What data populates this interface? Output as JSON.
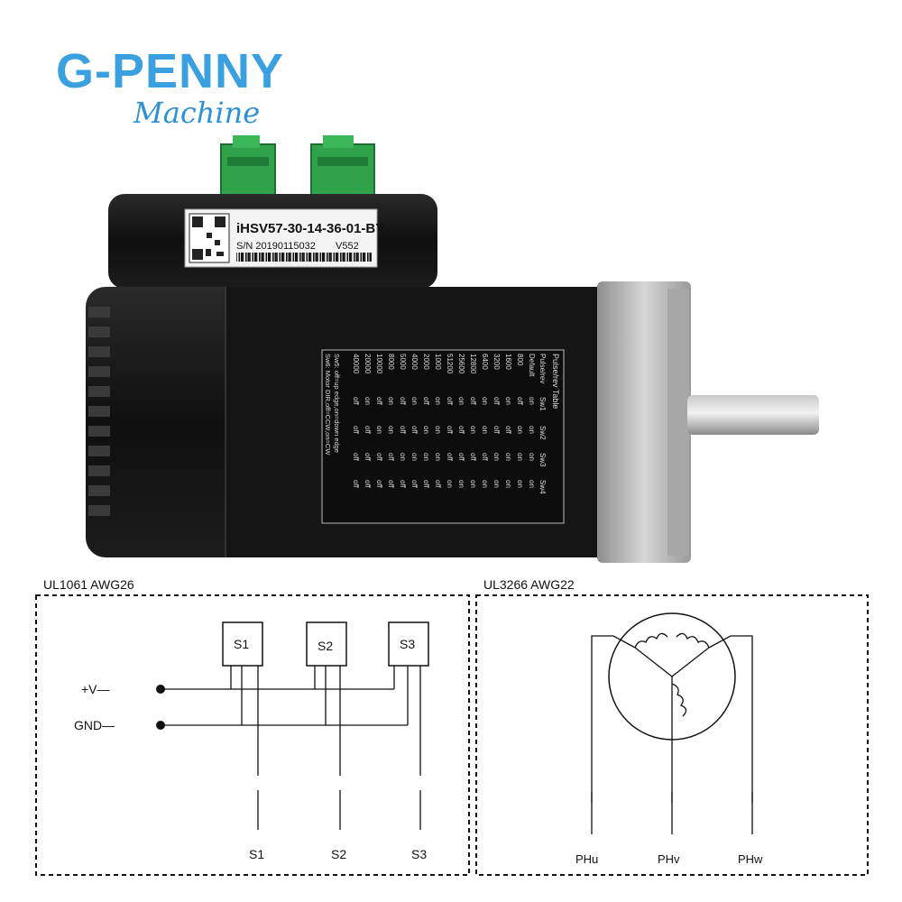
{
  "brand": {
    "title": "G-PENNY",
    "subtitle": "Machine"
  },
  "motor": {
    "model": "iHSV57-30-14-36-01-BY",
    "serial": "S/N 20190115032",
    "version": "V552",
    "table_title": "Pulse/rev Table",
    "table_headers": [
      "Pulse/rev",
      "Sw1",
      "Sw2",
      "Sw3",
      "Sw4"
    ],
    "table_rows": [
      [
        "Default",
        "on",
        "on",
        "on",
        "on"
      ],
      [
        "800",
        "off",
        "on",
        "on",
        "on"
      ],
      [
        "1600",
        "on",
        "off",
        "on",
        "on"
      ],
      [
        "3200",
        "off",
        "off",
        "on",
        "on"
      ],
      [
        "6400",
        "on",
        "on",
        "off",
        "on"
      ],
      [
        "12800",
        "off",
        "on",
        "off",
        "on"
      ],
      [
        "25600",
        "on",
        "off",
        "off",
        "on"
      ],
      [
        "51200",
        "off",
        "off",
        "off",
        "on"
      ],
      [
        "1000",
        "on",
        "on",
        "on",
        "off"
      ],
      [
        "2000",
        "off",
        "on",
        "on",
        "off"
      ],
      [
        "4000",
        "on",
        "off",
        "on",
        "off"
      ],
      [
        "5000",
        "off",
        "off",
        "on",
        "off"
      ],
      [
        "8000",
        "on",
        "on",
        "off",
        "off"
      ],
      [
        "10000",
        "off",
        "on",
        "off",
        "off"
      ],
      [
        "20000",
        "on",
        "off",
        "off",
        "off"
      ],
      [
        "40000",
        "off",
        "off",
        "off",
        "off"
      ]
    ],
    "note1": "Sw5: off=up edge,on=down edge",
    "note2": "Sw6: Motor DIR,off=CCW,on=CW"
  },
  "diagram_left": {
    "title": "UL1061 AWG26",
    "sensors": [
      "S1",
      "S2",
      "S3"
    ],
    "vplus": "+V—",
    "gnd": "GND—",
    "outputs": [
      "S1",
      "S2",
      "S3"
    ]
  },
  "diagram_right": {
    "title": "UL3266 AWG22",
    "outputs": [
      "PHu",
      "PHv",
      "PHw"
    ]
  },
  "colors": {
    "brand": "#3aa0e0",
    "connector": "#2fa24a",
    "motor_body": "#111111",
    "flange": "#b8b8b8"
  }
}
